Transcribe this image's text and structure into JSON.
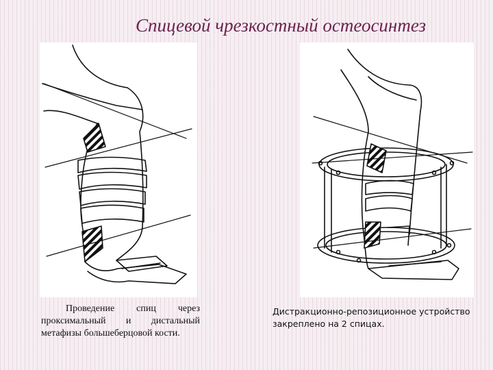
{
  "slide": {
    "title": "Спицевой чрезкостный остеосинтез"
  },
  "figures": {
    "left": {
      "icon": "leg-with-wires-illustration"
    },
    "right": {
      "icon": "leg-in-ring-apparatus-illustration"
    }
  },
  "captions": {
    "left": "Проведение спиц через проксимальный и дистальный метафизы большеберцовой кости.",
    "right": "Дистракционно-репозиционное устройство закреплено на 2 спицах."
  },
  "colors": {
    "title": "#6a2350",
    "background": "#f6eef2",
    "stripes": "#b07896"
  }
}
